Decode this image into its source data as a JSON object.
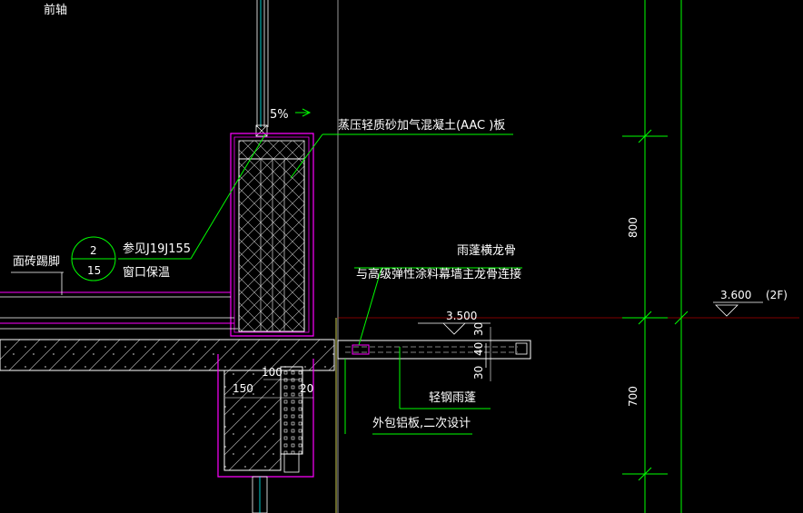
{
  "labels": {
    "top_left": "前轴",
    "slope": "5%",
    "aac": "蒸压轻质砂加气混凝土(AAC  )板",
    "ref_top": "2",
    "ref_bottom": "15",
    "ref_text": "参见J19J155",
    "ref_sub": "窗口保温",
    "brick": "面砖踢脚",
    "canopy_keel": "雨蓬横龙骨",
    "canopy_conn": "与高级弹性涂料幕墙主龙骨连接",
    "steel_canopy": "轻钢雨蓬",
    "alu_panel": "外包铝板,二次设计",
    "level_3500": "3.500",
    "level_3600": "3.600",
    "level_2f": "(2F)",
    "dim_800": "800",
    "dim_700": "700",
    "dim_30a": "30",
    "dim_40": "40",
    "dim_30b": "30",
    "dim_100": "100",
    "dim_150": "150",
    "dim_20": "20"
  },
  "colors": {
    "background": "#000000",
    "wall": "#ff00ff",
    "leader": "#00ff00",
    "lines": "#ffffff",
    "guide": "#ffff66"
  }
}
